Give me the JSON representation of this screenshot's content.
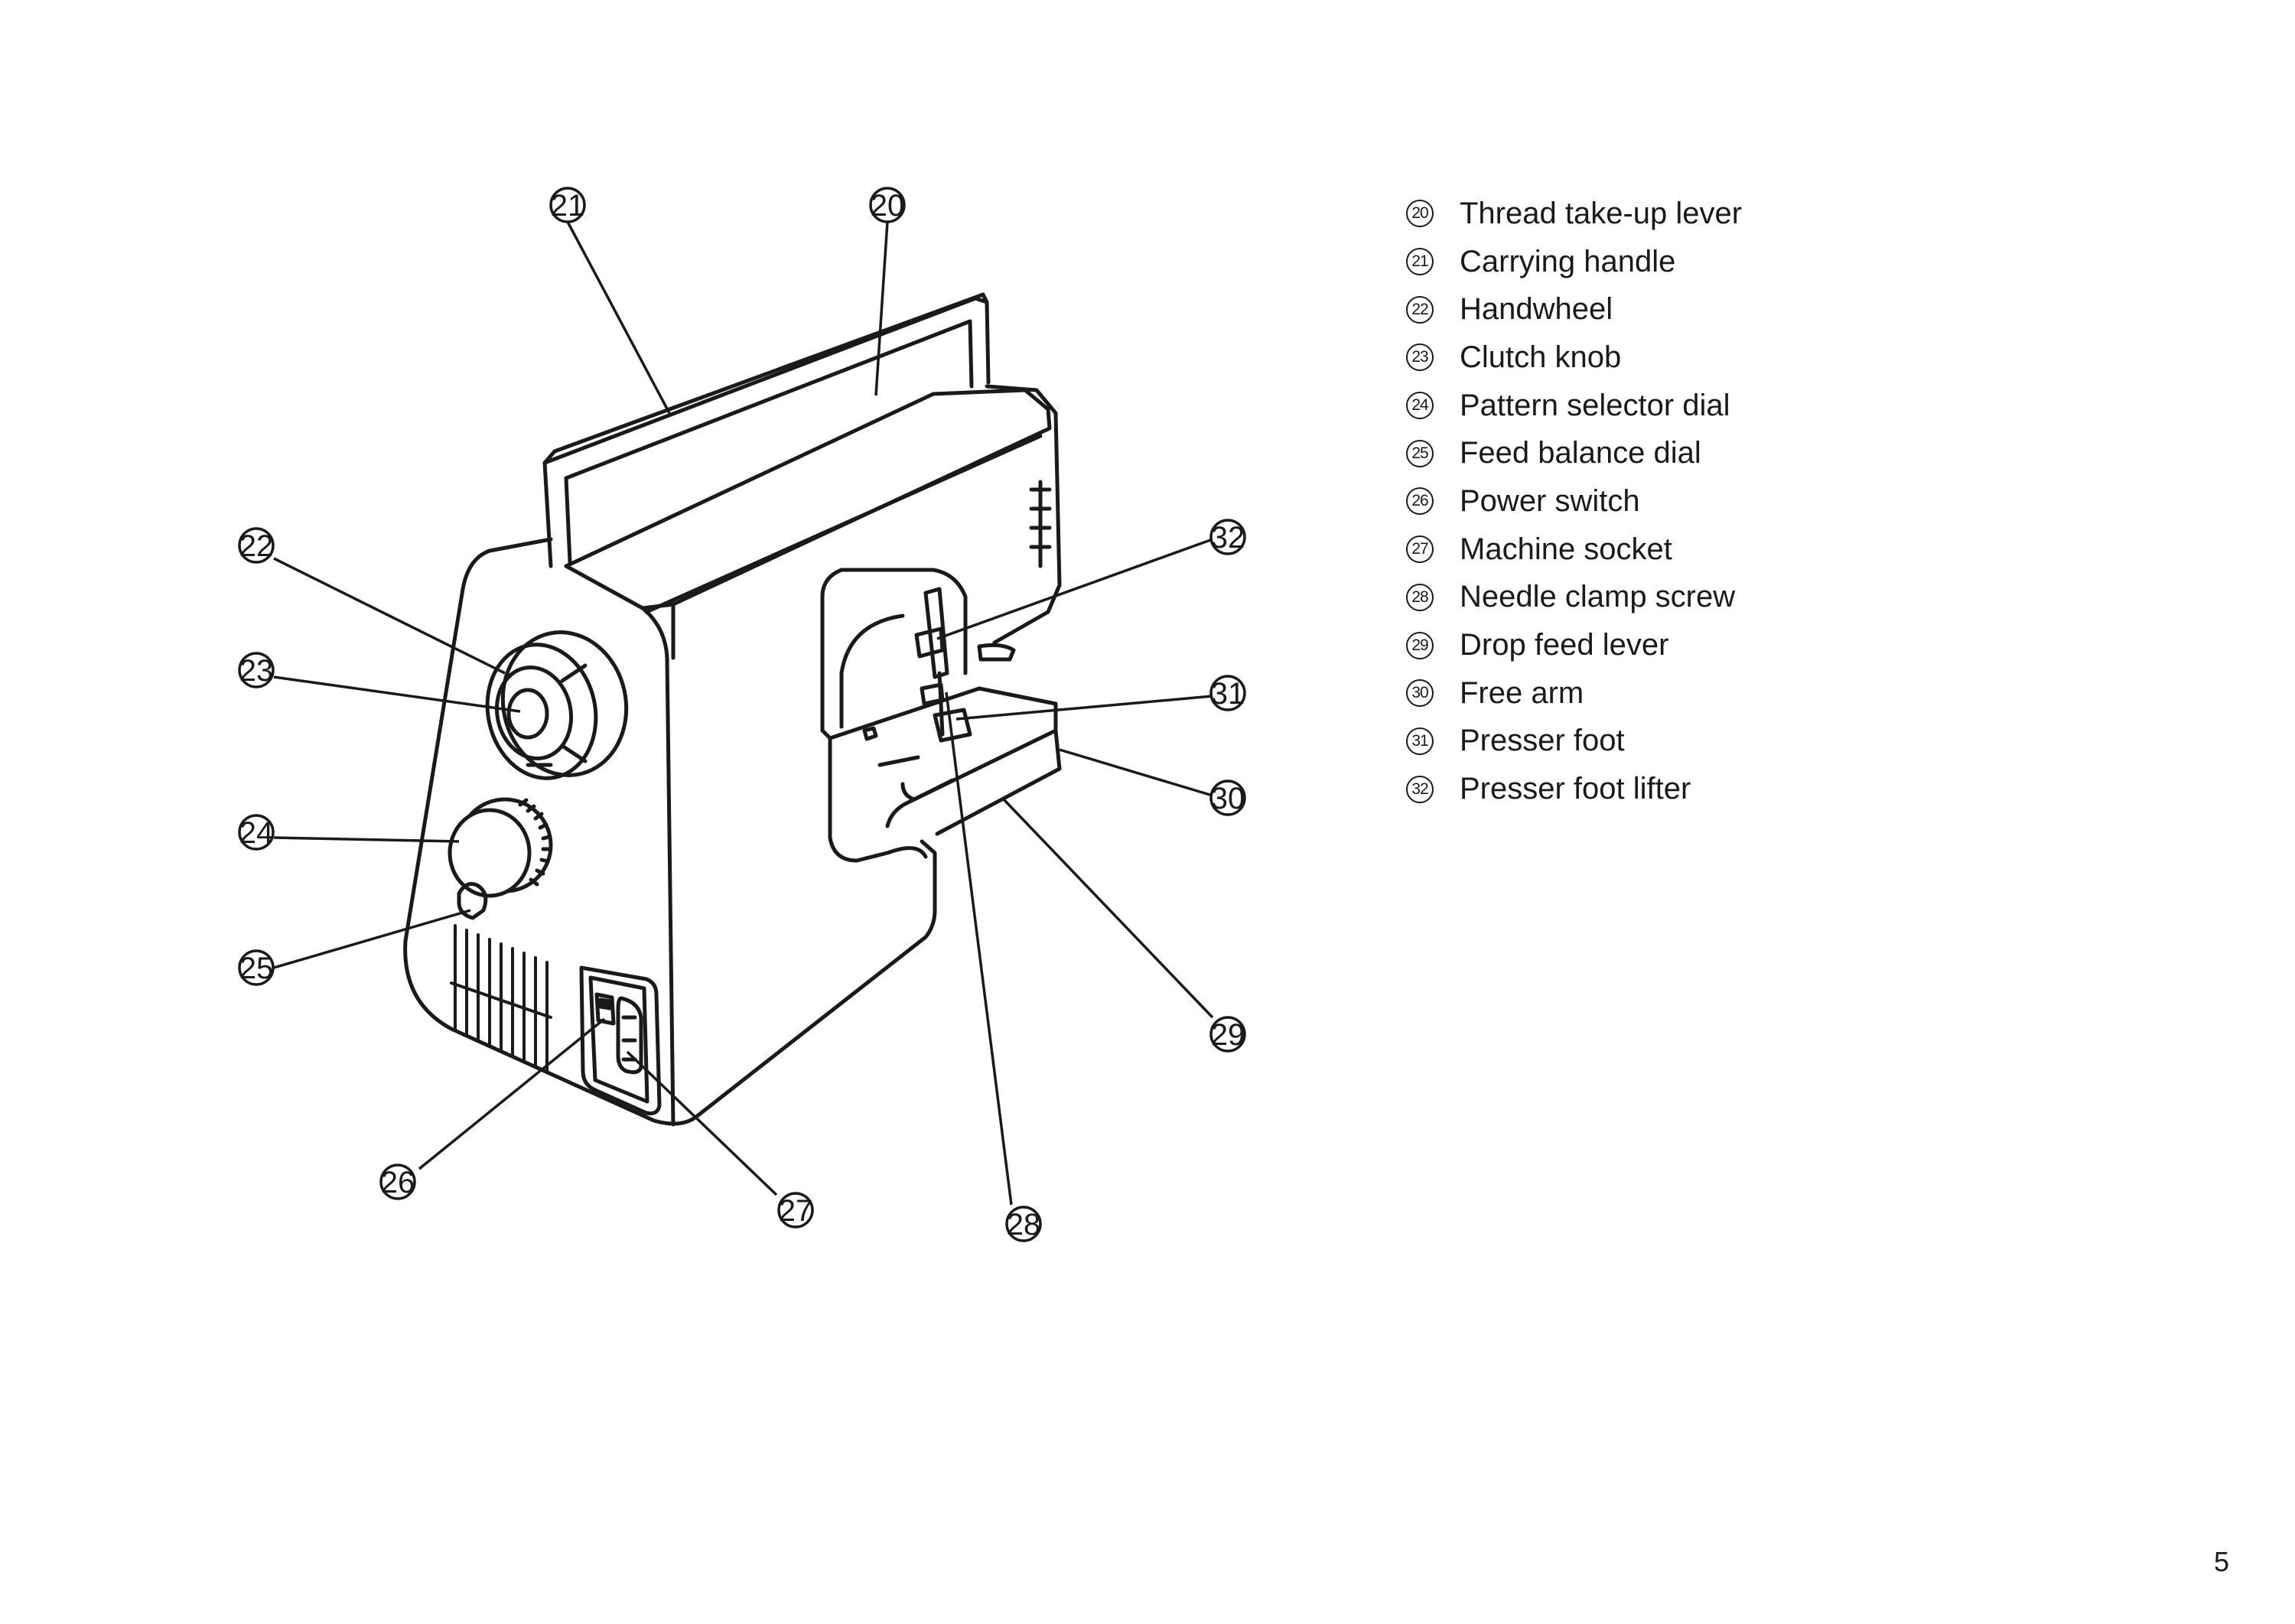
{
  "callouts": [
    {
      "num": "20"
    },
    {
      "num": "21"
    },
    {
      "num": "22"
    },
    {
      "num": "23"
    },
    {
      "num": "24"
    },
    {
      "num": "25"
    },
    {
      "num": "26"
    },
    {
      "num": "27"
    },
    {
      "num": "28"
    },
    {
      "num": "29"
    },
    {
      "num": "30"
    },
    {
      "num": "31"
    },
    {
      "num": "32"
    }
  ],
  "legend": [
    {
      "num": "20",
      "label": "Thread take-up lever"
    },
    {
      "num": "21",
      "label": "Carrying handle"
    },
    {
      "num": "22",
      "label": "Handwheel"
    },
    {
      "num": "23",
      "label": "Clutch knob"
    },
    {
      "num": "24",
      "label": "Pattern selector dial"
    },
    {
      "num": "25",
      "label": "Feed balance dial"
    },
    {
      "num": "26",
      "label": "Power switch"
    },
    {
      "num": "27",
      "label": "Machine socket"
    },
    {
      "num": "28",
      "label": "Needle clamp screw"
    },
    {
      "num": "29",
      "label": "Drop feed lever"
    },
    {
      "num": "30",
      "label": "Free arm"
    },
    {
      "num": "31",
      "label": "Presser foot"
    },
    {
      "num": "32",
      "label": "Presser foot lifter"
    }
  ],
  "page_number": "5"
}
